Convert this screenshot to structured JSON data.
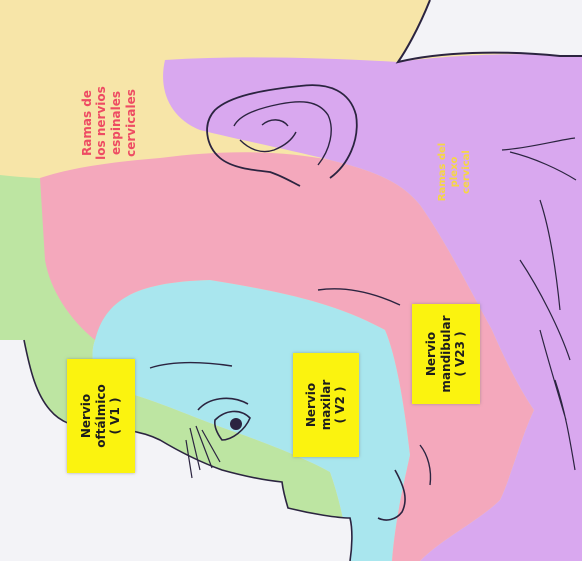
{
  "labels": {
    "cervical": {
      "lines": [
        "Ramas de",
        "los nervios",
        "espinales",
        "cervicales"
      ]
    },
    "plexo": {
      "lines": [
        "Ramas del",
        "plexo",
        "cervical"
      ]
    },
    "v1": {
      "lines": [
        "Nervio",
        "oftálmico",
        "( V1 )"
      ]
    },
    "v2": {
      "lines": [
        "Nervio",
        "maxilar",
        "( V2 )"
      ]
    },
    "v3": {
      "lines": [
        "Nervio",
        "mandibular",
        "( V23 )"
      ]
    }
  },
  "colors": {
    "background": "#f3f3f7",
    "cervical_region": "#f7e5a8",
    "plexo_region": "#d9a8ef",
    "mandibular_region": "#f4a8bc",
    "maxilar_region": "#a9e6ee",
    "oftalmico_region": "#bde5a2",
    "label_box": "#fbf30f",
    "outline": "#2b2440"
  }
}
